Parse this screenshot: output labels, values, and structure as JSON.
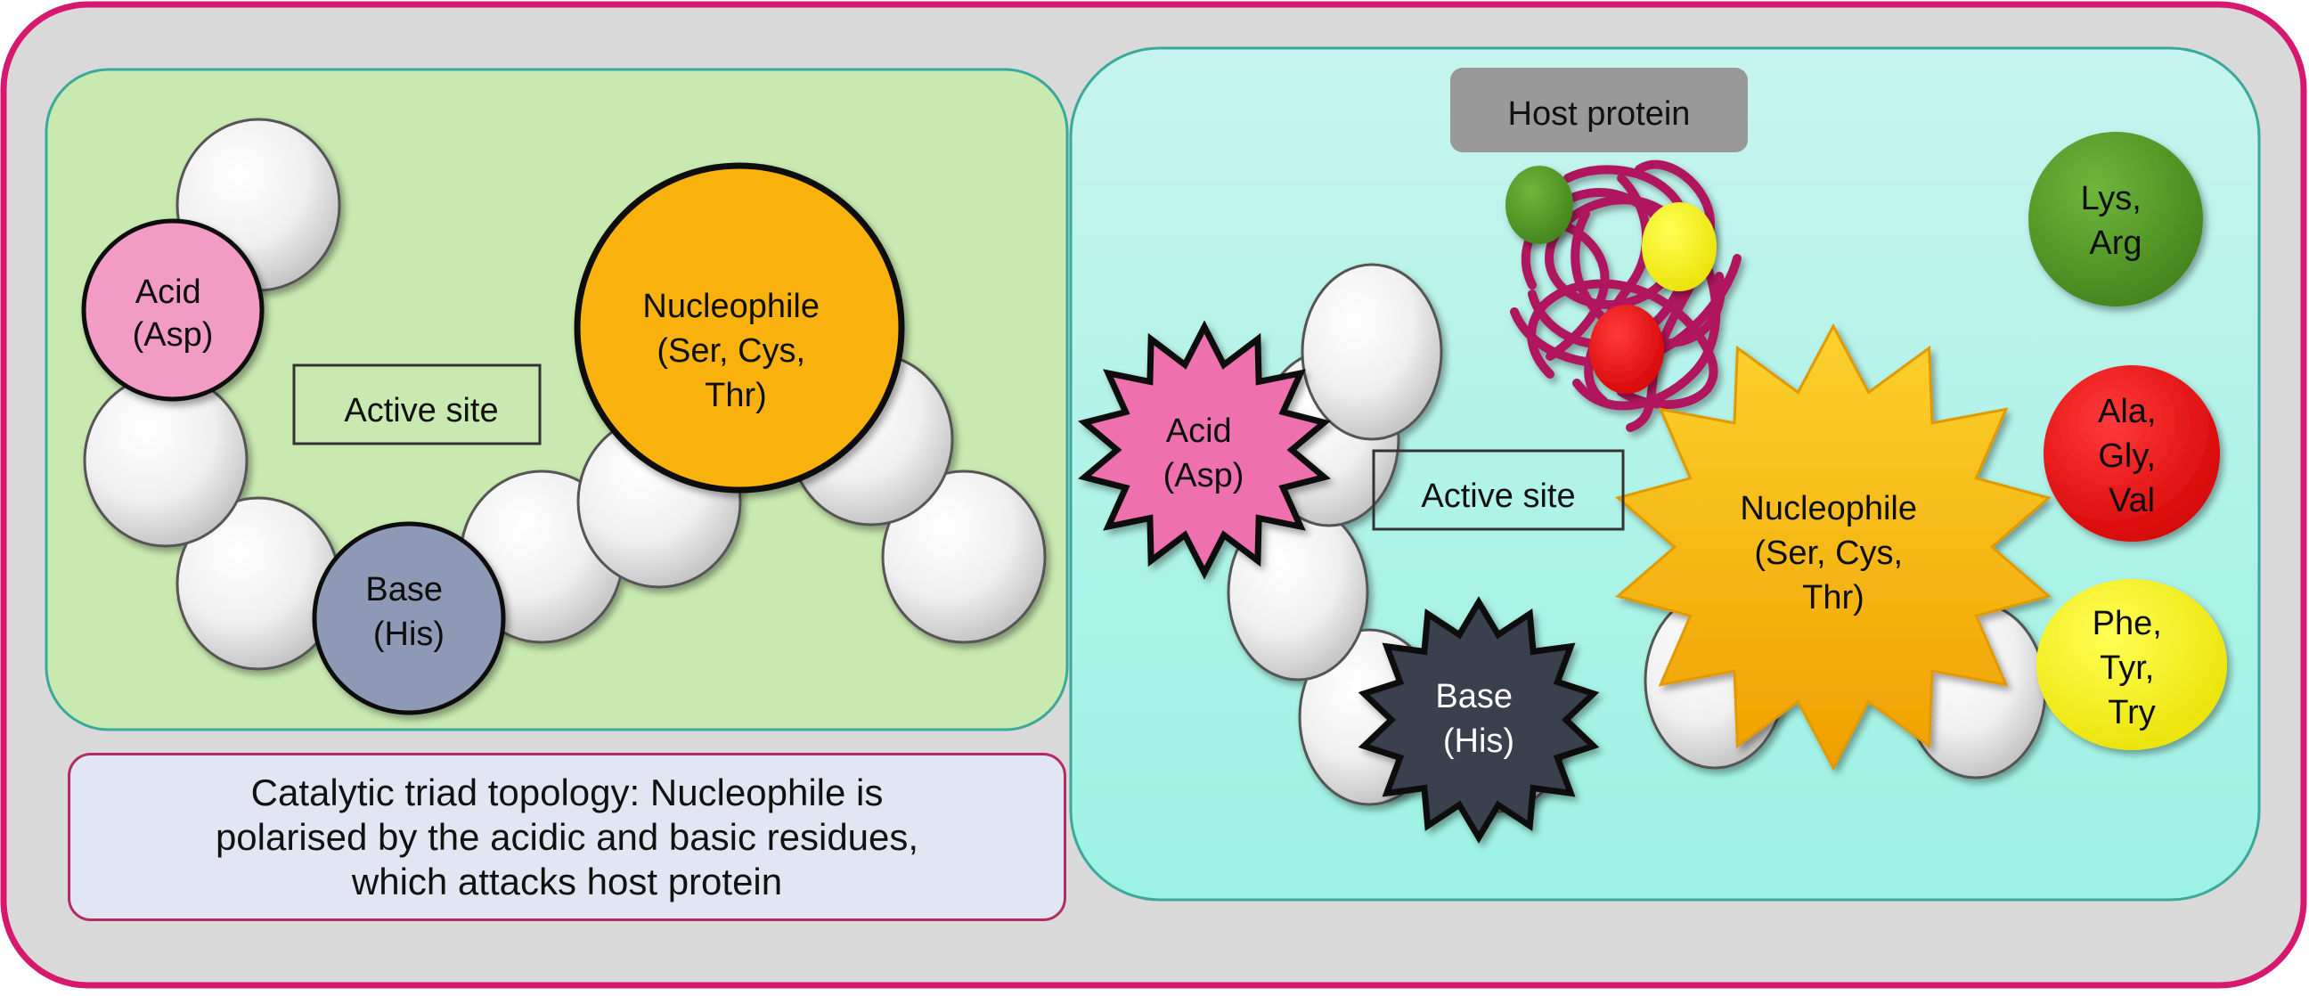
{
  "left_panel": {
    "acid_label": [
      "Acid",
      "(Asp)"
    ],
    "base_label": [
      "Base",
      "(His)"
    ],
    "nucleophile_label": [
      "Nucleophile",
      "(Ser, Cys,",
      "Thr)"
    ],
    "active_site_label": "Active site"
  },
  "caption": {
    "lines": [
      "Catalytic triad topology: Nucleophile is",
      "polarised by the acidic and basic residues,",
      "which attacks host protein"
    ]
  },
  "right_panel": {
    "host_protein_label": "Host protein",
    "acid_label": [
      "Acid",
      "(Asp)"
    ],
    "base_label": [
      "Base",
      "(His)"
    ],
    "nucleophile_label": [
      "Nucleophile",
      "(Ser, Cys,",
      "Thr)"
    ],
    "active_site_label": "Active site",
    "legend": [
      {
        "lines": [
          "Lys,",
          "Arg"
        ],
        "color": "#4f9524",
        "text_color": "#111111"
      },
      {
        "lines": [
          "Ala,",
          "Gly,",
          "Val"
        ],
        "color": "#ee1111",
        "text_color": "#111111"
      },
      {
        "lines": [
          "Phe,",
          "Tyr,",
          "Try"
        ],
        "color": "#f6f200",
        "text_color": "#111111"
      }
    ]
  },
  "colors": {
    "frame_border": "#d6196e",
    "frame_fill": "#d9d9d9",
    "left_panel_fill": "#c8e9b0",
    "right_panel_fill": "#b3f2ea",
    "panel_border": "#3aa89a",
    "acid": "#f29bc4",
    "acid_star": "#ee6fae",
    "base": "#8d99b5",
    "base_star": "#3a4150",
    "nucleophile": "#f8b10c",
    "host_protein_chain": "#b0185f",
    "label_box": "#999999"
  }
}
